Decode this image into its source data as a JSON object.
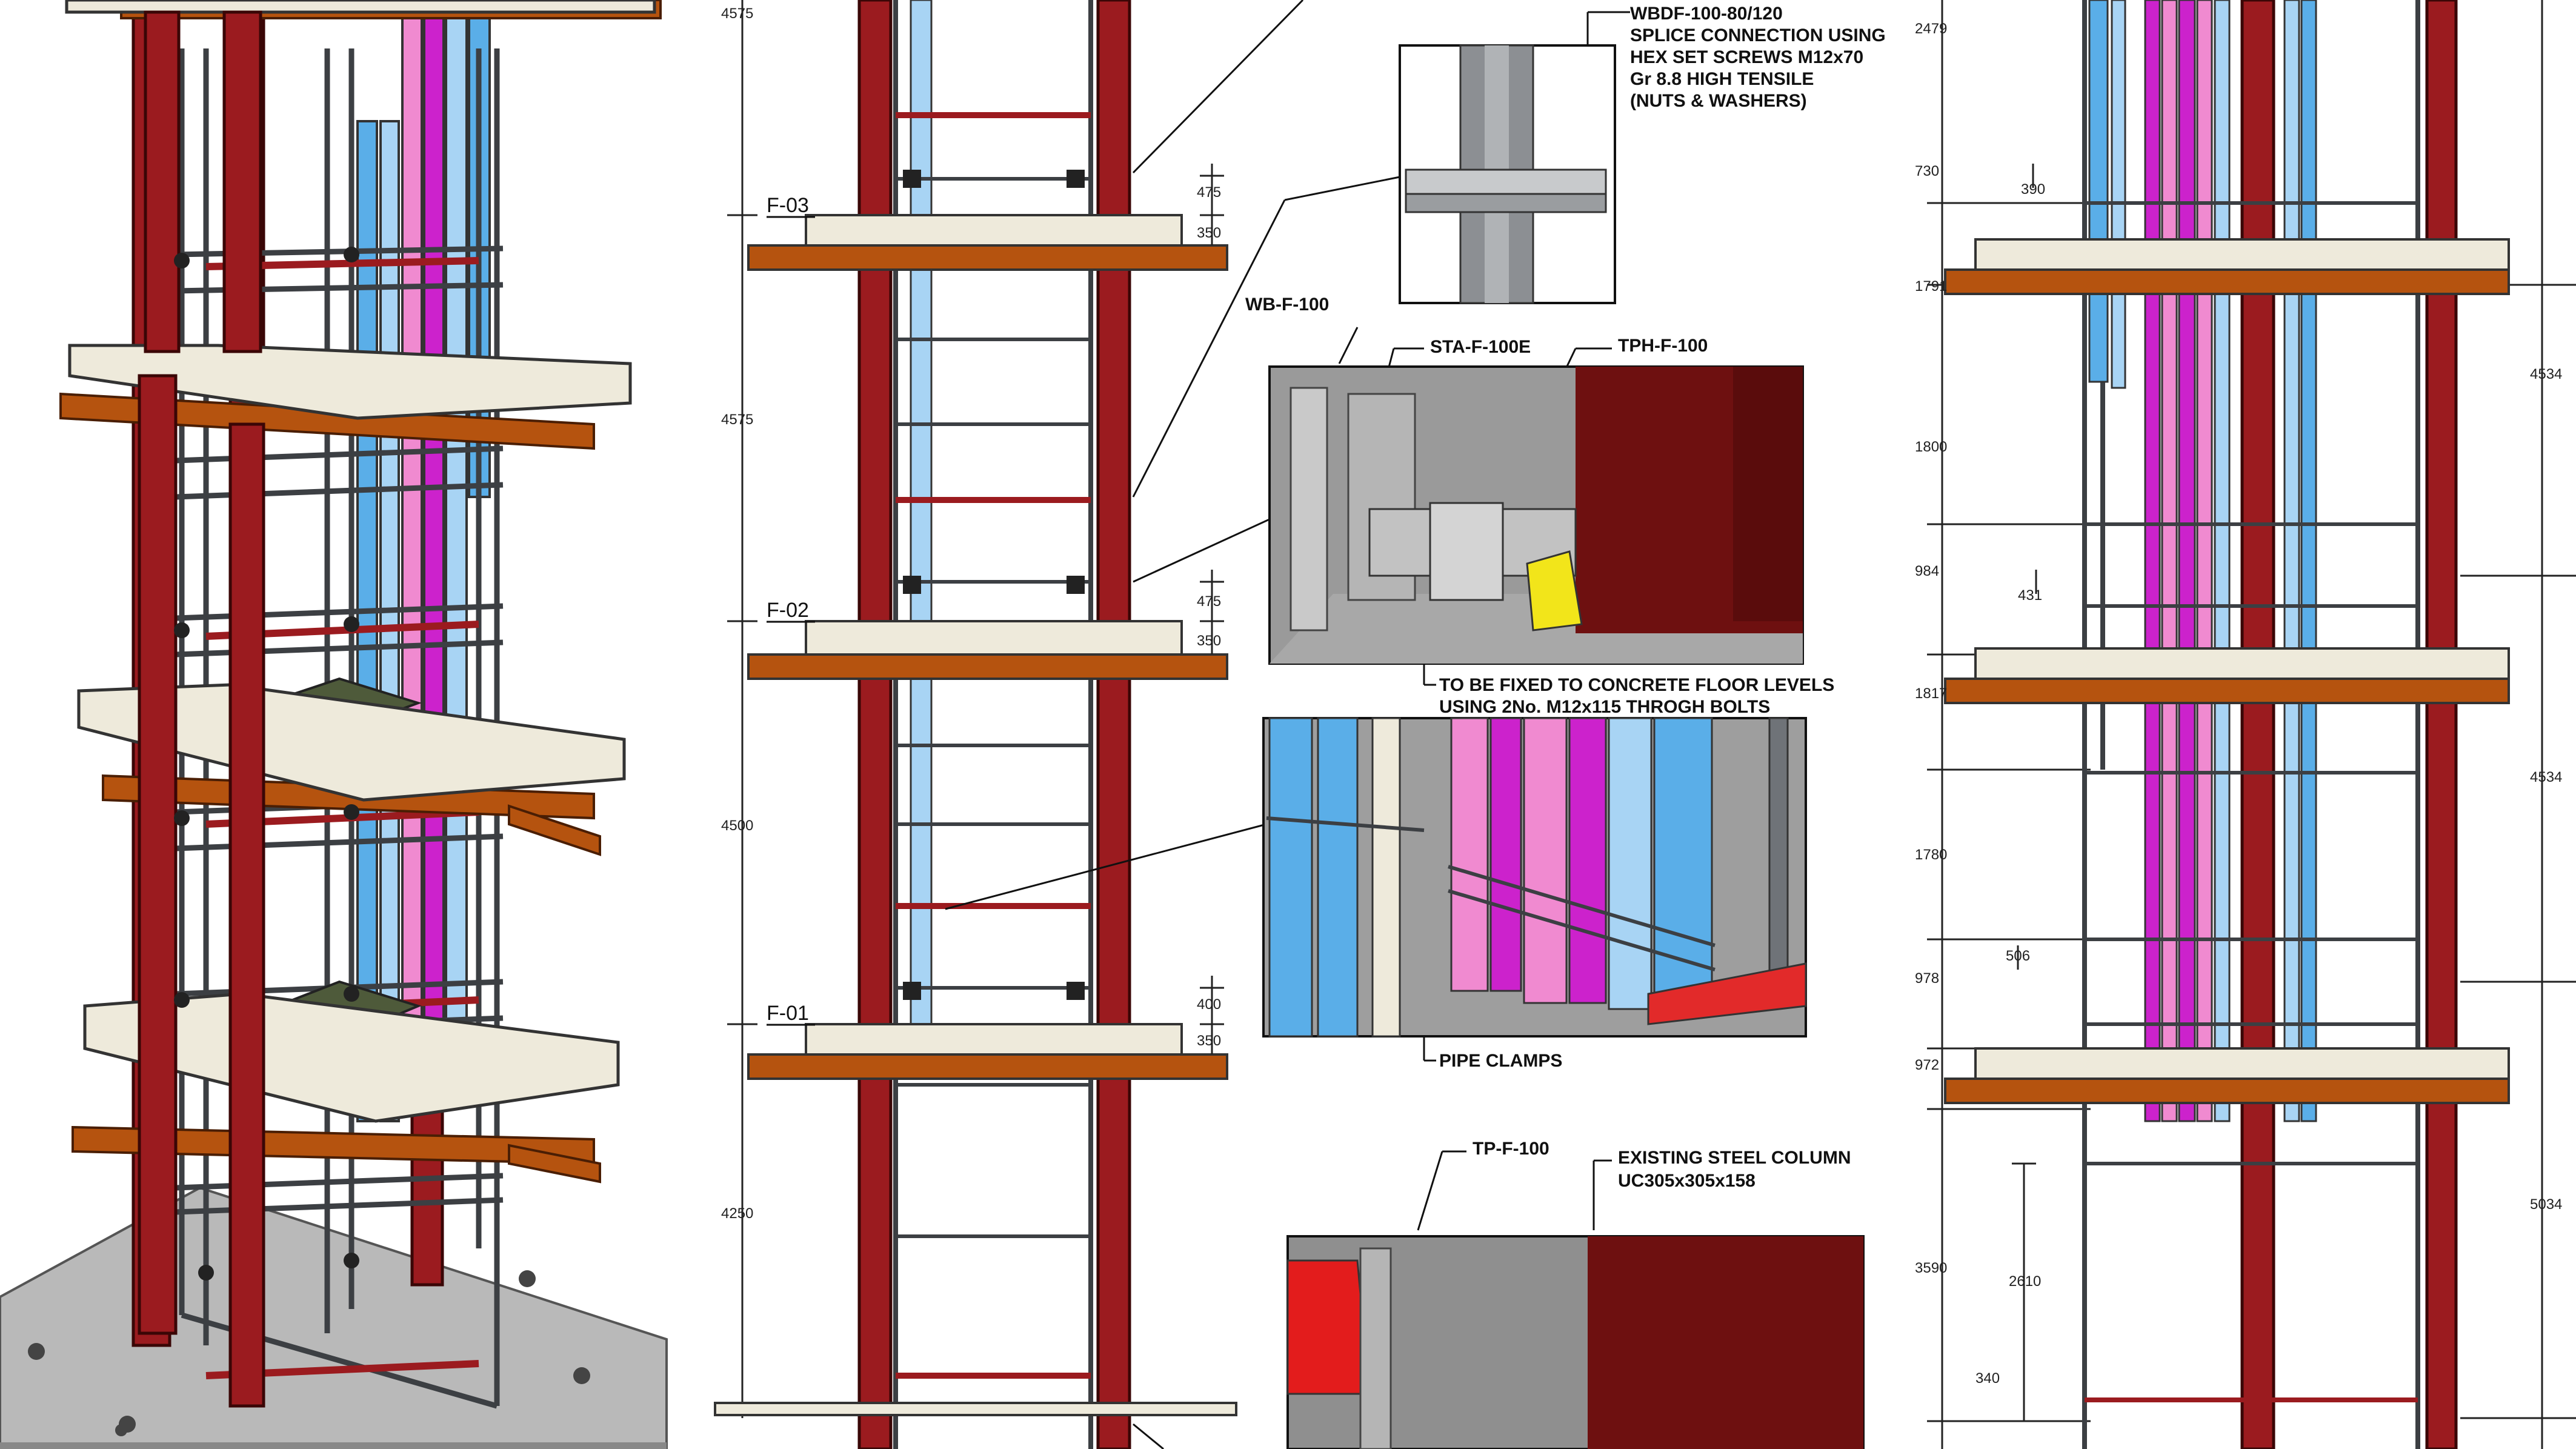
{
  "levels": {
    "f03": "F-03",
    "f02": "F-02",
    "f01": "F-01"
  },
  "middle_dims": {
    "d4575_top": "4575",
    "d475_a": "475",
    "d350_a": "350",
    "d4575_mid": "4575",
    "d475_b": "475",
    "d350_b": "350",
    "d4500": "4500",
    "d400": "400",
    "d350_c": "350",
    "d4250": "4250"
  },
  "callouts": {
    "splice_code": "WBDF-100-80/120",
    "splice_line1": "SPLICE CONNECTION USING",
    "splice_line2": "HEX SET SCREWS M12x70",
    "splice_line3": "Gr 8.8 HIGH TENSILE",
    "splice_line4": "(NUTS & WASHERS)",
    "wb": "WB-F-100",
    "sta": "STA-F-100E",
    "tph": "TPH-F-100",
    "fix_line1": "TO BE FIXED TO CONCRETE FLOOR LEVELS",
    "fix_line2": "USING 2No. M12x115 THROGH BOLTS",
    "pipe_clamps": "PIPE CLAMPS",
    "tp": "TP-F-100",
    "col_line1": "EXISTING STEEL COLUMN",
    "col_line2": "UC305x305x158"
  },
  "right_dims": {
    "d2479": "2479",
    "d730": "730",
    "d390": "390",
    "d1791": "1791",
    "d1800": "1800",
    "d984": "984",
    "d431": "431",
    "d1817": "1817",
    "d1780": "1780",
    "d506": "506",
    "d978": "978",
    "d972": "972",
    "d2610": "2610",
    "d3590": "3590",
    "d340": "340",
    "d4534_a": "4534",
    "d4534_b": "4534",
    "d5034": "5034"
  },
  "colors": {
    "steel_red": "#9b1b1f",
    "dark_maroon": "#5a0c0c",
    "slab": "#eeeadb",
    "beam_orange": "#b5530f",
    "pipe_blue": "#5aaee8",
    "pipe_lightblue": "#a8d4f4",
    "pipe_pink": "#f08ad0",
    "pipe_magenta": "#cc22cc",
    "support_grey": "#6f7378",
    "bolt_yellow": "#f2e51a",
    "floor_grey": "#b9b9b9"
  }
}
